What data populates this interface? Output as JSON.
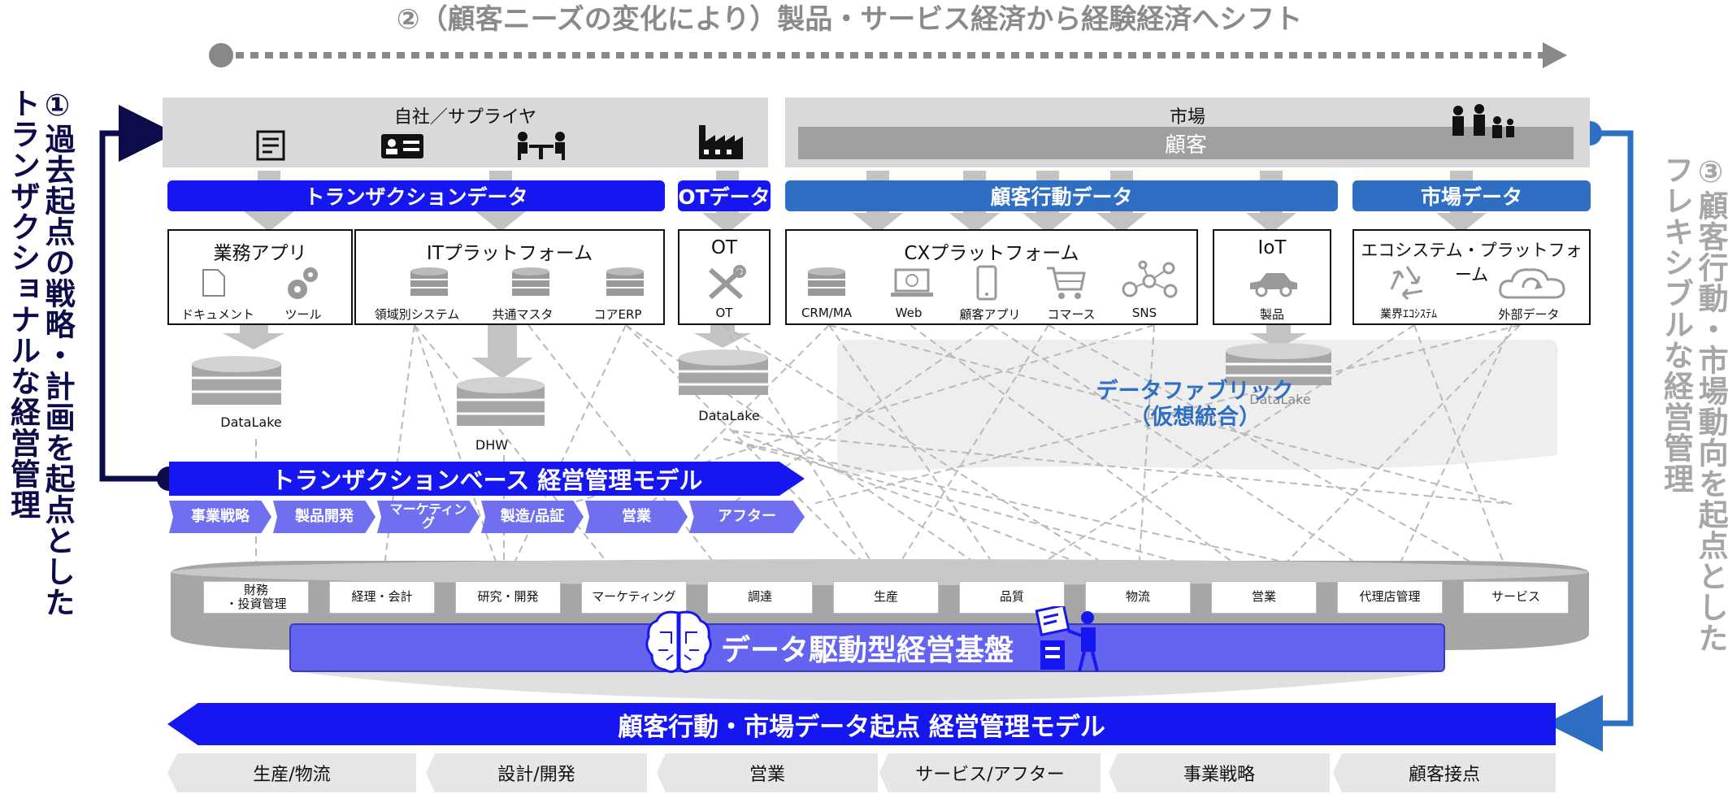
{
  "top_title": "②（顧客ニーズの変化により）製品・サービス経済から経験経済へシフト",
  "left_vertical": [
    "①過去起点の戦略・計画を起点とした",
    "トランザクショナルな経営管理"
  ],
  "right_vertical": [
    "③顧客行動・市場動向を起点とした",
    "フレキシブルな経営管理"
  ],
  "header_left": "自社／サプライヤ",
  "header_market": "市場",
  "header_customer": "顧客",
  "banners": {
    "transaction": "トランザクションデータ",
    "ot": "OTデータ",
    "cx": "顧客行動データ",
    "market": "市場データ"
  },
  "boxes": {
    "business_app": {
      "title": "業務アプリ",
      "items": [
        "ドキュメント",
        "ツール"
      ]
    },
    "it_platform": {
      "title": "ITプラットフォーム",
      "items": [
        "領域別システム",
        "共通マスタ",
        "コアERP"
      ]
    },
    "ot": {
      "title": "OT",
      "items": [
        "OT"
      ]
    },
    "cx_platform": {
      "title": "CXプラットフォーム",
      "items": [
        "CRM/MA",
        "Web",
        "顧客アプリ",
        "コマース",
        "SNS"
      ]
    },
    "iot": {
      "title": "IoT",
      "items": [
        "製品"
      ]
    },
    "ecosystem": {
      "title": "エコシステム・プラットフォーム",
      "items": [
        "業界ｴｺｼｽﾃﾑ",
        "外部データ"
      ]
    }
  },
  "stores": {
    "datalake1": "DataLake",
    "dhw": "DHW",
    "datalake2": "DataLake",
    "datalake3": "DataLake"
  },
  "fabric": [
    "データファブリック",
    "（仮想統合）"
  ],
  "transaction_model": "トランザクションベース 経営管理モデル",
  "transaction_steps": [
    "事業戦略",
    "製品開発",
    "マーケティング",
    "製造/品証",
    "営業",
    "アフター"
  ],
  "foundation_categories": [
    "財務\n・投資管理",
    "経理・会計",
    "研究・開発",
    "マーケティング",
    "調達",
    "生産",
    "品質",
    "物流",
    "営業",
    "代理店管理",
    "サービス"
  ],
  "foundation_title": "データ駆動型経営基盤",
  "customer_model": "顧客行動・市場データ起点 経営管理モデル",
  "customer_steps": [
    "生産/物流",
    "設計/開発",
    "営業",
    "サービス/アフター",
    "事業戦略",
    "顧客接点"
  ],
  "colors": {
    "blue": "#1616f0",
    "mid_blue": "#2e6fc4",
    "light_violet": "#6666f2",
    "navy": "#0c0c4a",
    "grey": "#a6a6a6"
  }
}
